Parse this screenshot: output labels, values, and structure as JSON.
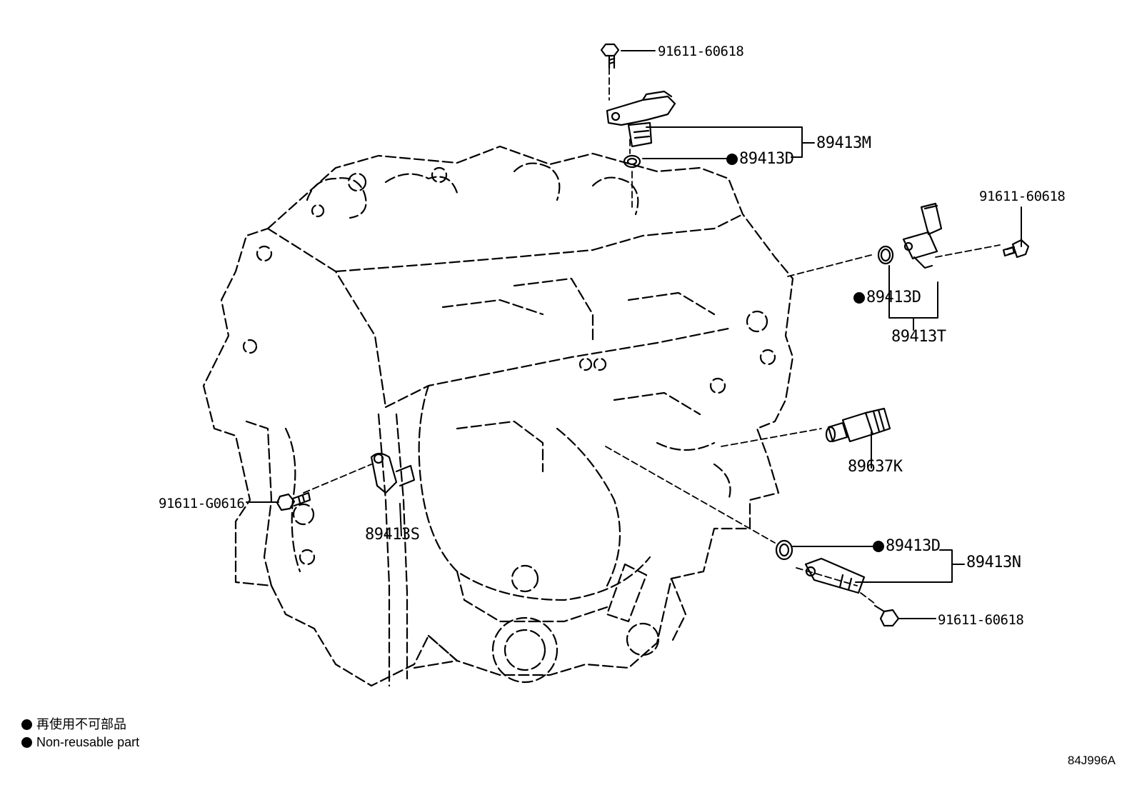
{
  "drawing_code": "84J996A",
  "legend": {
    "jp": "再使用不可部品",
    "en": "Non-reusable part"
  },
  "labels": {
    "bolt_top": "91611-60618",
    "sensor_m": "89413M",
    "gasket_m": "89413D",
    "bolt_right": "91611-60618",
    "gasket_t": "89413D",
    "sensor_t": "89413T",
    "switch_k": "89637K",
    "bolt_left": "91611-G0616",
    "sensor_s": "89413S",
    "gasket_n": "89413D",
    "sensor_n": "89413N",
    "bolt_bottom": "91611-60618"
  }
}
